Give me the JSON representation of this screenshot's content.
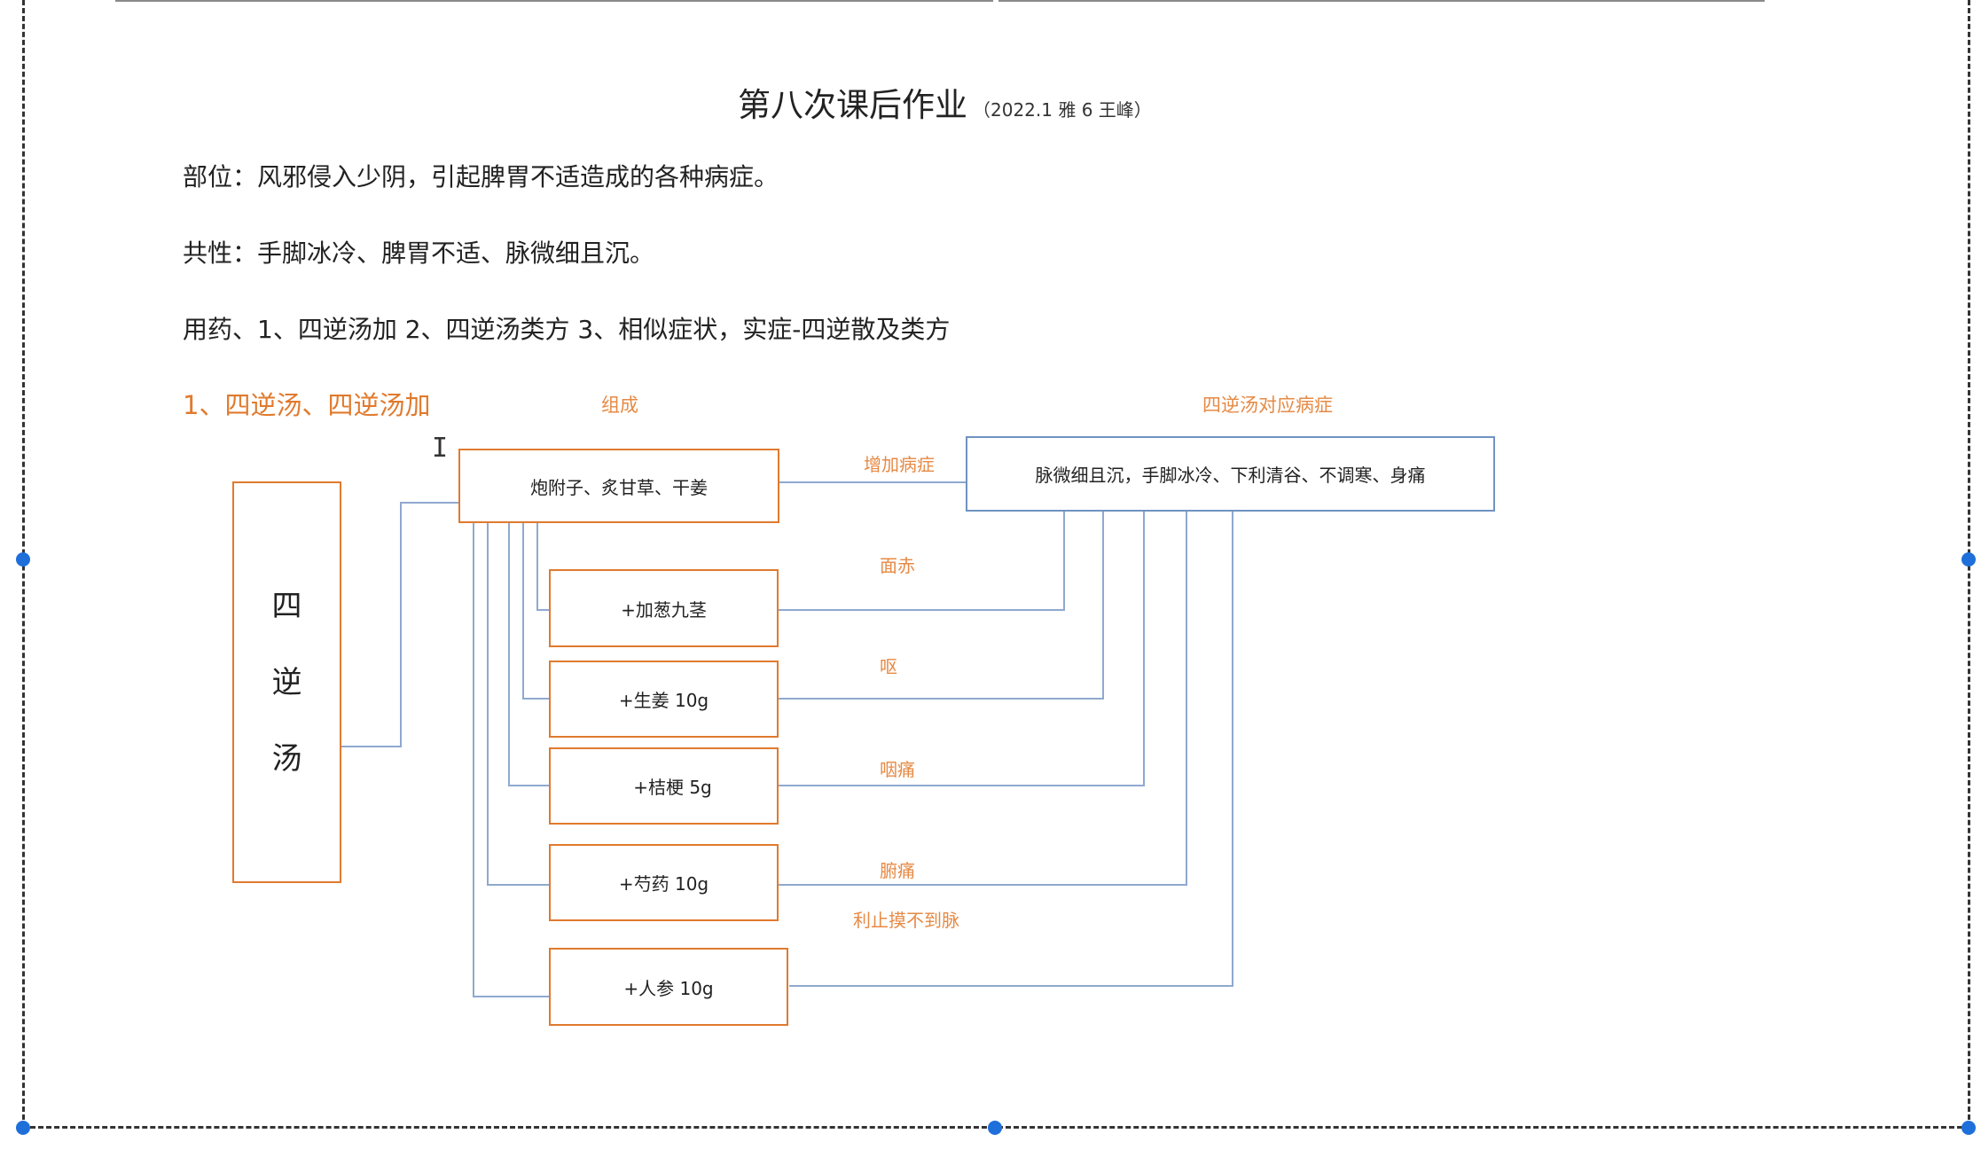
{
  "document": {
    "title": "第八次课后作业",
    "subtitle": "（2022.1 雅 6  王峰）",
    "paragraphs": {
      "location": "部位：风邪侵入少阴，引起脾胃不适造成的各种病症。",
      "common": "共性：手脚冰冷、脾胃不适、脉微细且沉。",
      "medication": "用药、1、四逆汤加  2、四逆汤类方 3、相似症状，实症-四逆散及类方"
    },
    "section_heading": "1、四逆汤、四逆汤加"
  },
  "diagram": {
    "column_labels": {
      "composition": "组成",
      "symptoms": "四逆汤对应病症"
    },
    "root": {
      "chars": [
        "四",
        "逆",
        "汤"
      ]
    },
    "base_formula": "炮附子、炙甘草、干姜",
    "base_symptoms": "脉微细且沉，手脚冰冷、下利清谷、不调寒、身痛",
    "edge_label_add": "增加病症",
    "additions": [
      {
        "label": "+加葱九茎",
        "symptom": "面赤"
      },
      {
        "label": "+生姜 10g",
        "symptom": "呕"
      },
      {
        "label": "+桔梗 5g",
        "symptom": "咽痛"
      },
      {
        "label": "+芍药 10g",
        "symptom": "腑痛"
      },
      {
        "label": "+人参 10g",
        "symptom": "利止摸不到脉"
      }
    ],
    "colors": {
      "box_border": "#e07a2e",
      "symptom_box_border": "#6f93c2",
      "connector": "#8fa9cf",
      "label_text": "#e68a45"
    }
  }
}
